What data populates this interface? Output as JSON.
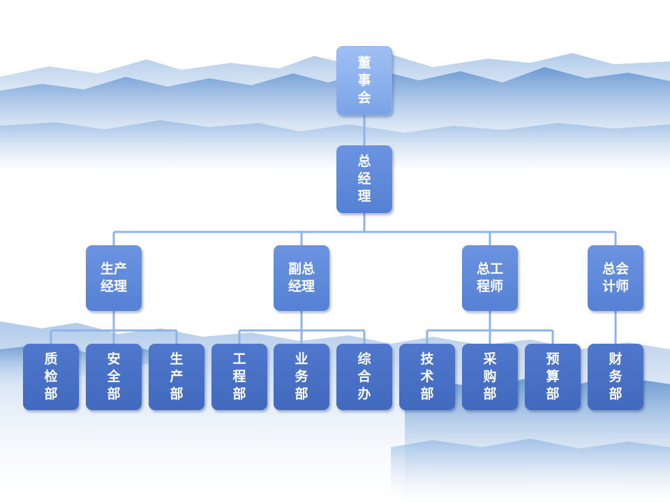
{
  "org_chart": {
    "board": {
      "label": "董\n事\n会"
    },
    "general_manager": {
      "label": "总\n经\n理"
    },
    "managers": [
      {
        "label": "生产\n经理"
      },
      {
        "label": "副总\n经理"
      },
      {
        "label": "总工\n程师"
      },
      {
        "label": "总会\n计师"
      }
    ],
    "departments": [
      {
        "label": "质\n检\n部"
      },
      {
        "label": "安\n全\n部"
      },
      {
        "label": "生\n产\n部"
      },
      {
        "label": "工\n程\n部"
      },
      {
        "label": "业\n务\n部"
      },
      {
        "label": "综\n合\n办"
      },
      {
        "label": "技\n术\n部"
      },
      {
        "label": "采\n购\n部"
      },
      {
        "label": "预\n算\n部"
      },
      {
        "label": "财\n务\n部"
      }
    ]
  },
  "colors": {
    "top_box": "#8ab0f0",
    "mid_box": "#5b85d6",
    "low_box": "#4a72c8",
    "connector": "#8fb2e8"
  }
}
